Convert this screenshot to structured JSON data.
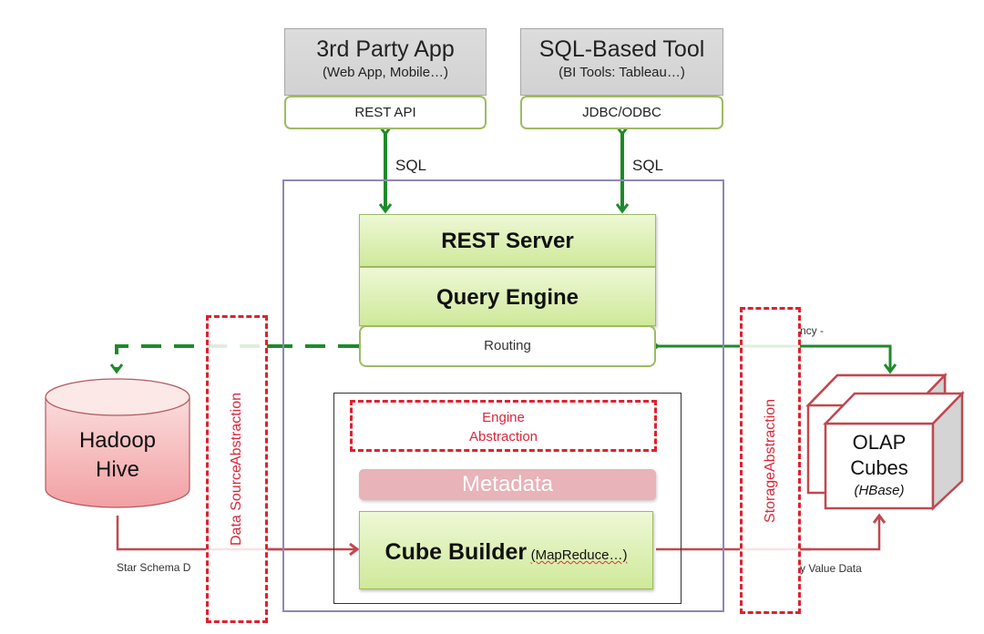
{
  "clients": [
    {
      "title": "3rd Party App",
      "subtitle": "(Web App, Mobile…)",
      "interface": "REST API",
      "protocol": "SQL"
    },
    {
      "title": "SQL-Based Tool",
      "subtitle": "(BI Tools: Tableau…)",
      "interface": "JDBC/ODBC",
      "protocol": "SQL"
    }
  ],
  "server": {
    "rest_server": "REST Server",
    "query_engine": "Query Engine",
    "routing": "Routing",
    "engine_abstraction": [
      "Engine",
      "Abstraction"
    ],
    "metadata": "Metadata",
    "cube_builder": "Cube Builder",
    "cube_builder_sub": "(MapReduce…)"
  },
  "data_source": {
    "name_lines": [
      "Hadoop",
      "Hive"
    ],
    "abstraction_lines": [
      "Data Source",
      "Abstraction"
    ],
    "edge_label": "Star Schema D"
  },
  "storage": {
    "abstraction_lines": [
      "Storage",
      "Abstraction"
    ],
    "cube_lines": [
      "OLAP",
      "Cubes"
    ],
    "cube_sub": "(HBase)",
    "top_edge_label": "ncy -",
    "bottom_edge_label": "y Value Data"
  },
  "colors": {
    "green_arrow": "#1e8a2a",
    "red_arrow": "#c0484f",
    "dashed_red": "#e0202f",
    "frame_purple": "#8f87b3",
    "box_green_border": "#9dbb61"
  }
}
